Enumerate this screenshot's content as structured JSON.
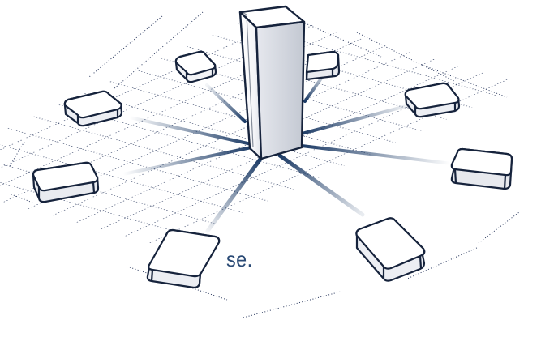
{
  "diagram": {
    "fragment_text": "se.",
    "hub_icon": "central-tower",
    "node_icon": "device-block",
    "node_count": 8,
    "colors": {
      "outline": "#16233c",
      "link_dark": "#1c3b66",
      "link_fade": "#c9d4e4",
      "grid_dots": "#25345a",
      "text": "#2a4a75",
      "background": "#ffffff"
    }
  }
}
